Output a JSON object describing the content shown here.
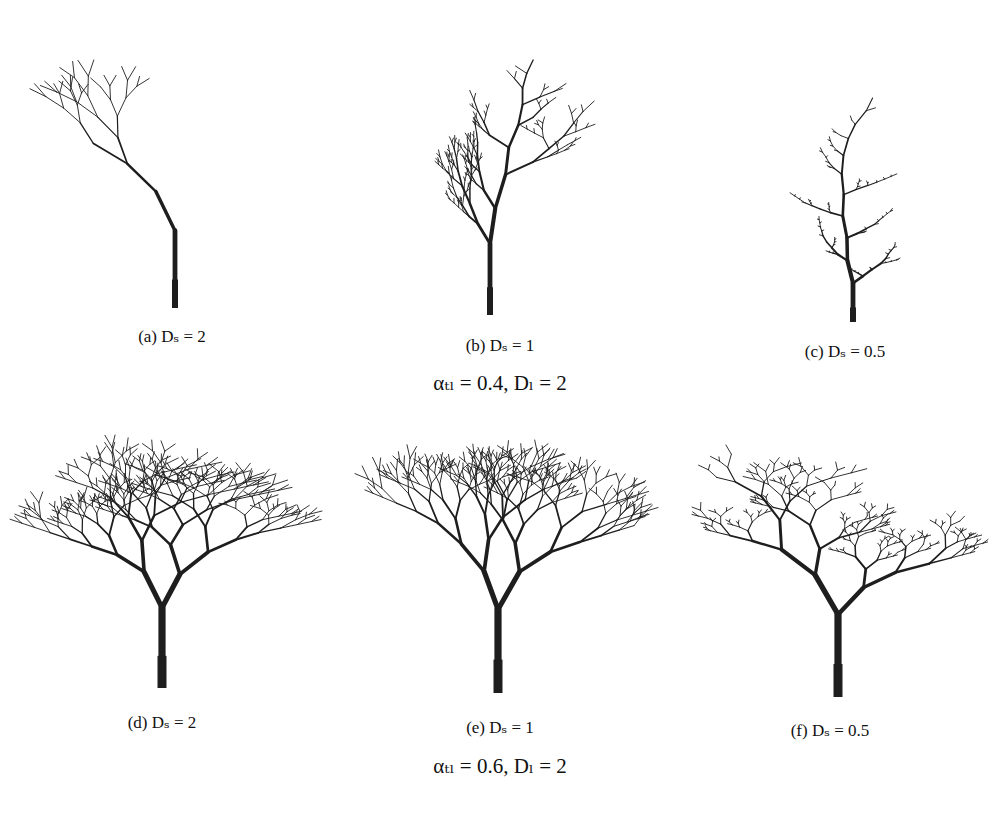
{
  "diagram": {
    "labels": [
      "(a) Dₛ = 2",
      "(b) Dₛ = 1",
      "(c) Dₛ = 0.5",
      "αₜₗ = 0.4, Dₗ = 2",
      "(d) Dₛ = 2",
      "(e) Dₛ = 1",
      "(f) Dₛ = 0.5",
      "αₜₗ = 0.6, Dₗ = 2"
    ]
  }
}
